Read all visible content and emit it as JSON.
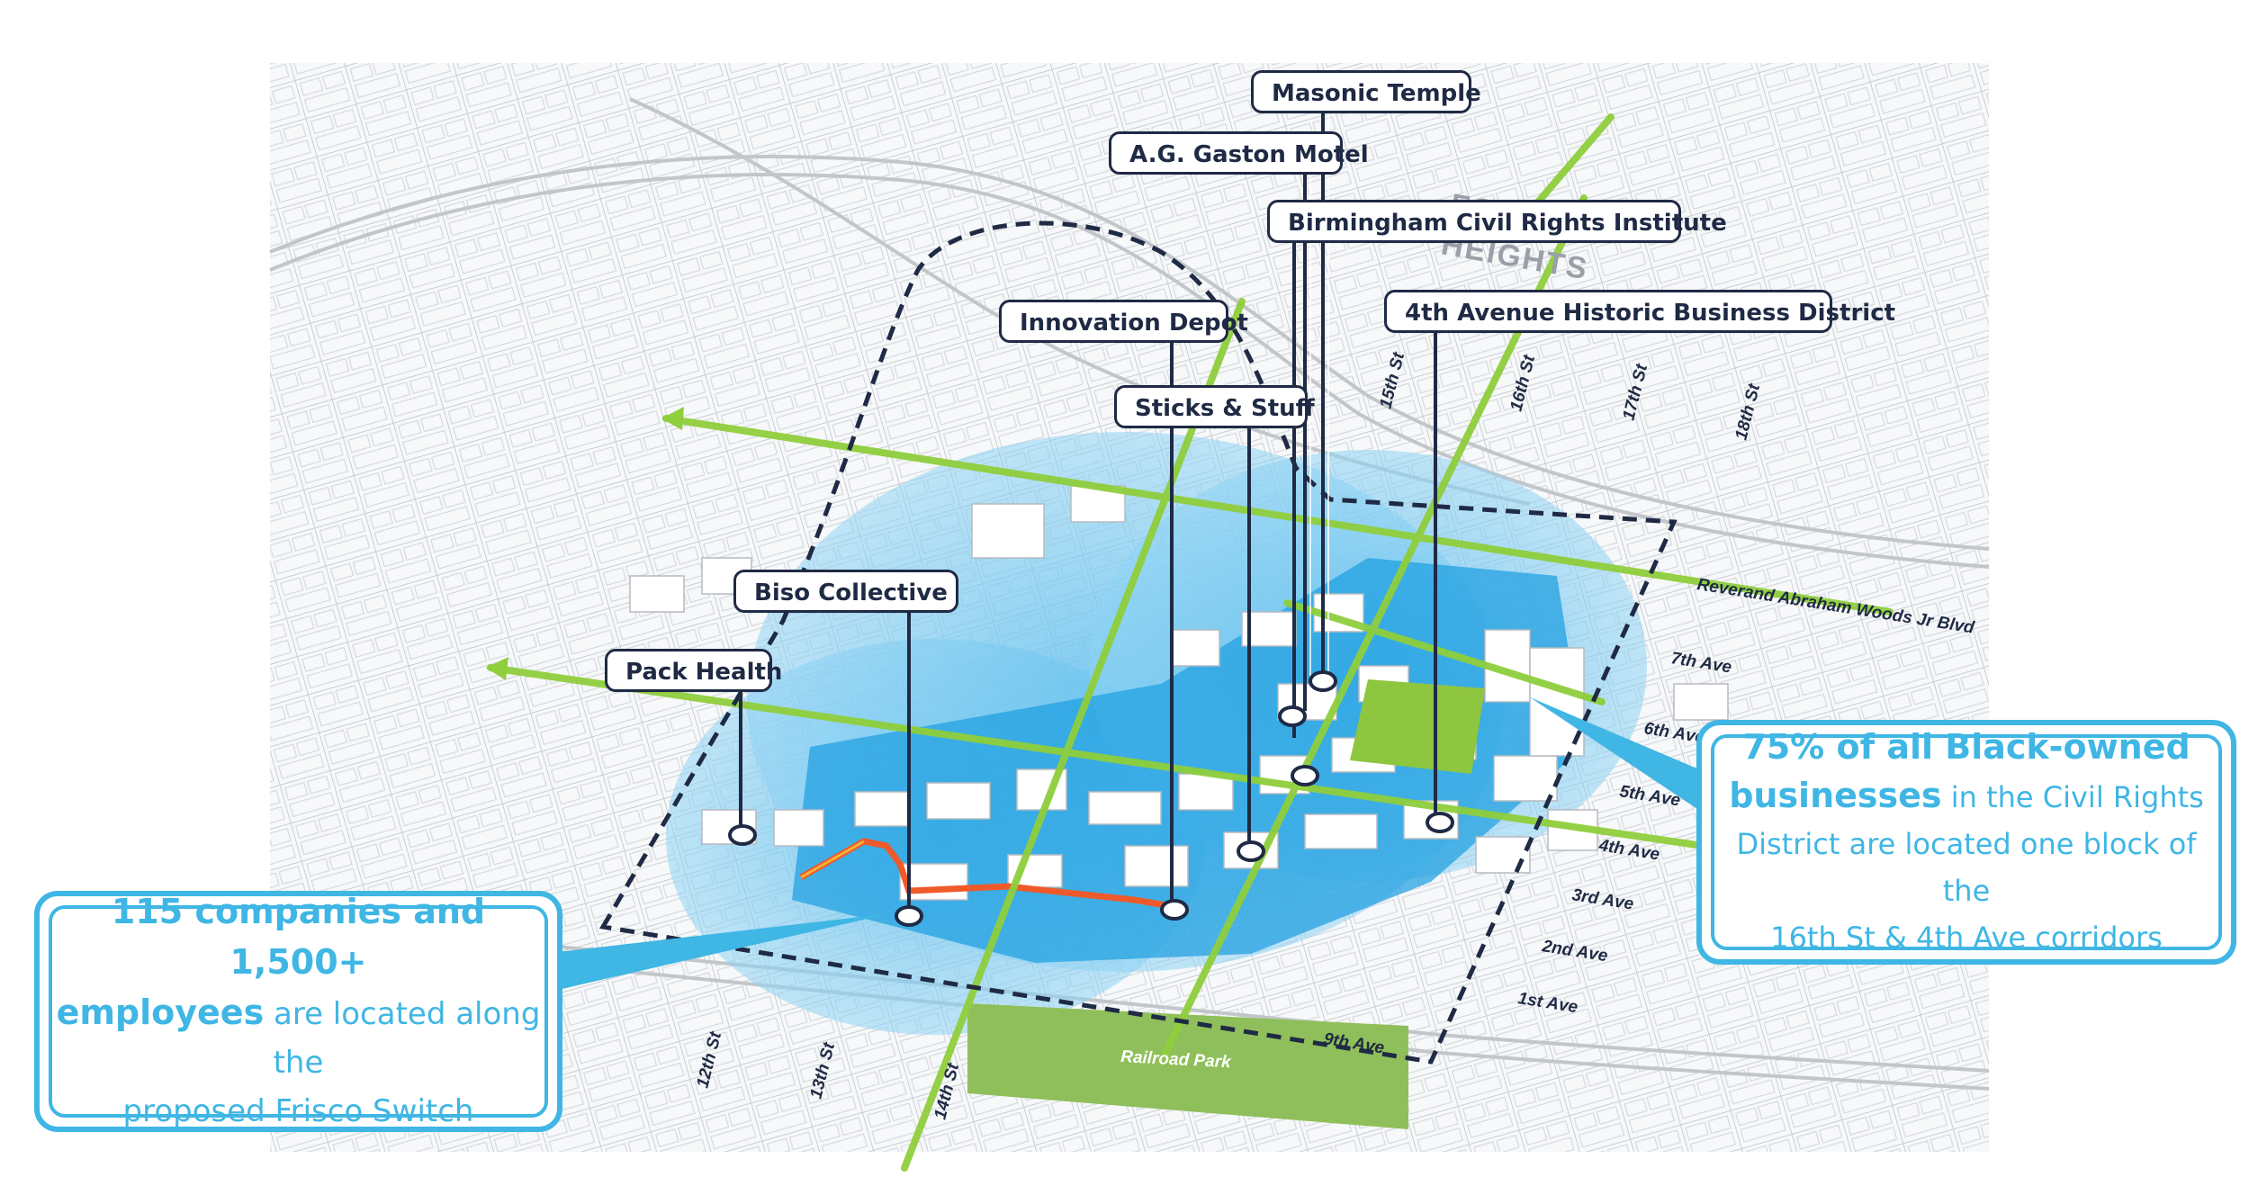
{
  "labels": {
    "masonic_temple": "Masonic Temple",
    "ag_gaston_motel": "A.G. Gaston Motel",
    "bcri": "Birmingham Civil Rights Institute",
    "innovation_depot": "Innovation Depot",
    "fourth_ave_district": "4th Avenue Historic Business District",
    "sticks_and_stuff": "Sticks & Stuff",
    "biso_collective": "Biso Collective",
    "pack_health": "Pack Health"
  },
  "streets": {
    "st12": "12th St",
    "st13": "13th St",
    "st14": "14th St",
    "st15": "15th St",
    "st16": "16th St",
    "st17": "17th St",
    "st18": "18th St",
    "av1": "1st Ave",
    "av2": "2nd Ave",
    "av3": "3rd Ave",
    "av4": "4th Ave",
    "av5": "5th Ave",
    "av6": "6th Ave",
    "av7": "7th Ave",
    "av9": "9th Ave",
    "blvd": "Reverand Abraham Woods Jr Blvd"
  },
  "areas": {
    "fountain": "FOUNTAIN",
    "heights": "HEIGHTS",
    "railroad_park": "Railroad Park"
  },
  "callouts": {
    "left": {
      "bold1": "115 companies and 1,500+",
      "bold2": "employees",
      "rest2": " are located along the",
      "line3": "proposed Frisco Switch"
    },
    "right": {
      "bold1": "75% of all Black-owned",
      "bold2": "businesses",
      "rest2": " in the Civil Rights",
      "line3": "District are located one block of the",
      "line4": "16th St & 4th Ave corridors"
    }
  },
  "colors": {
    "navy": "#1f2a44",
    "callout_blue": "#3fb6e4",
    "corridor_green": "#8fce3c",
    "zone_blue": "#7fcdf2",
    "core_blue": "#1e9fe0",
    "park_green": "#8fbf5a"
  }
}
